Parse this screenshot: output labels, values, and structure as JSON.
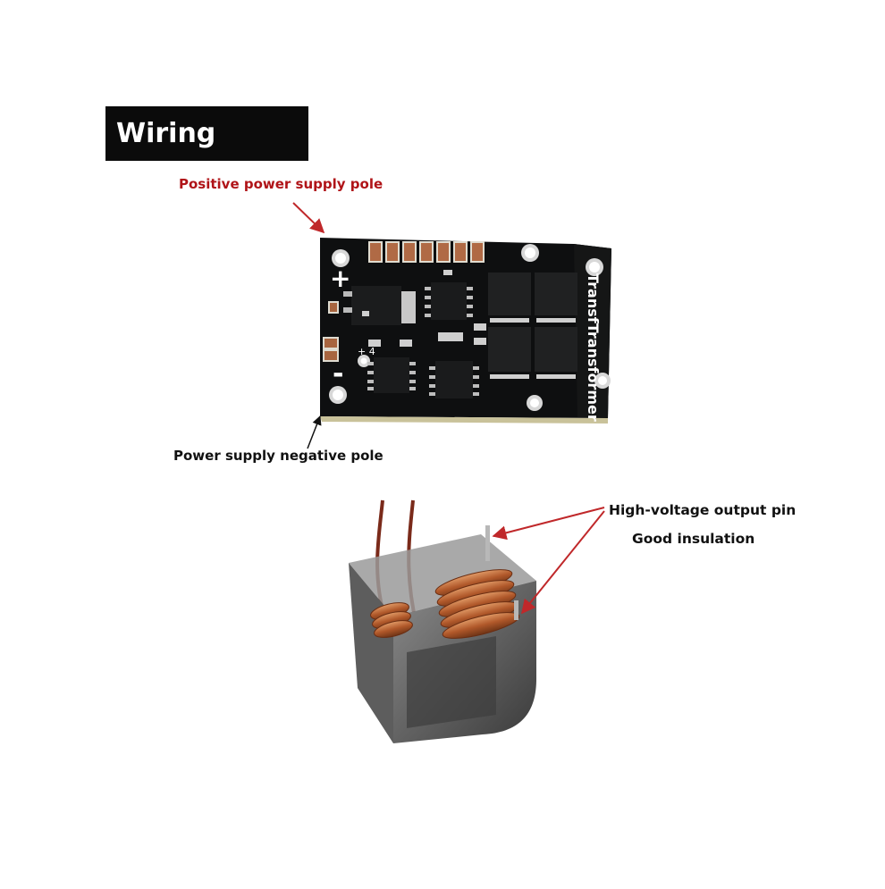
{
  "title": "Wiring",
  "labels": {
    "positive_pole": "Positive power supply pole",
    "negative_pole": "Power supply negative pole",
    "hv_output_pin": "High-voltage output pin",
    "good_insulation": "Good insulation"
  },
  "pcb": {
    "plus_sign": "+",
    "minus_sign": "-",
    "silkscreen_vertical": "TransfTransformer",
    "small_marks": "+ 4"
  },
  "colors": {
    "title_bg": "#0b0b0b",
    "title_text": "#ffffff",
    "positive_label": "#b01418",
    "arrow_red": "#c0282a",
    "pcb": "#0e0f10",
    "copper": "#b25a2a"
  }
}
